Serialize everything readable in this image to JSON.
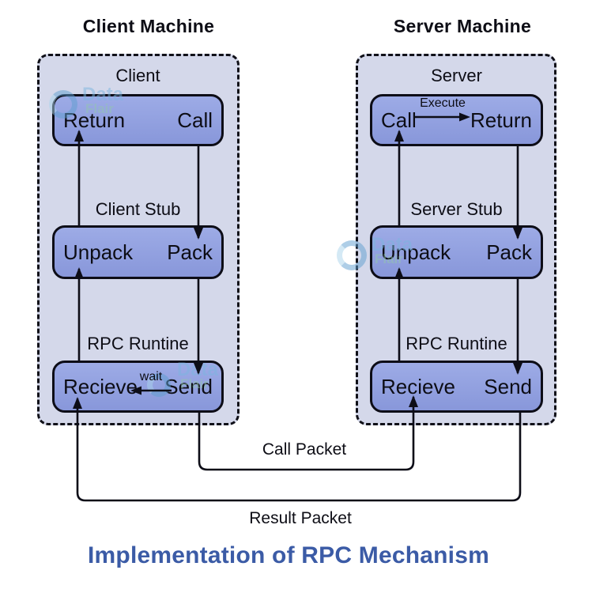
{
  "title": "Implementation of RPC Mechanism",
  "colors": {
    "title_blue": "#3b5ba6",
    "node_fill": "#8f9edd",
    "panel_fill": "#d4d8ea",
    "line_black": "#0d0d17",
    "watermark_blue": "#7cb6e0"
  },
  "watermark": {
    "word1": "Data",
    "word2": "Flair"
  },
  "machines": [
    {
      "header": "Client Machine",
      "sections": [
        {
          "label": "Client",
          "left": "Return",
          "right": "Call"
        },
        {
          "label": "Client Stub",
          "left": "Unpack",
          "right": "Pack"
        },
        {
          "label": "RPC Runtine",
          "left": "Recieve",
          "right": "Send",
          "inner_arrow": {
            "label": "wait",
            "direction": "left"
          }
        }
      ]
    },
    {
      "header": "Server Machine",
      "sections": [
        {
          "label": "Server",
          "left": "Call",
          "right": "Return",
          "inner_arrow": {
            "label": "Execute",
            "direction": "right"
          }
        },
        {
          "label": "Server Stub",
          "left": "Unpack",
          "right": "Pack"
        },
        {
          "label": "RPC Runtine",
          "left": "Recieve",
          "right": "Send"
        }
      ]
    }
  ],
  "connectors": {
    "call_packet": "Call Packet",
    "result_packet": "Result Packet"
  }
}
